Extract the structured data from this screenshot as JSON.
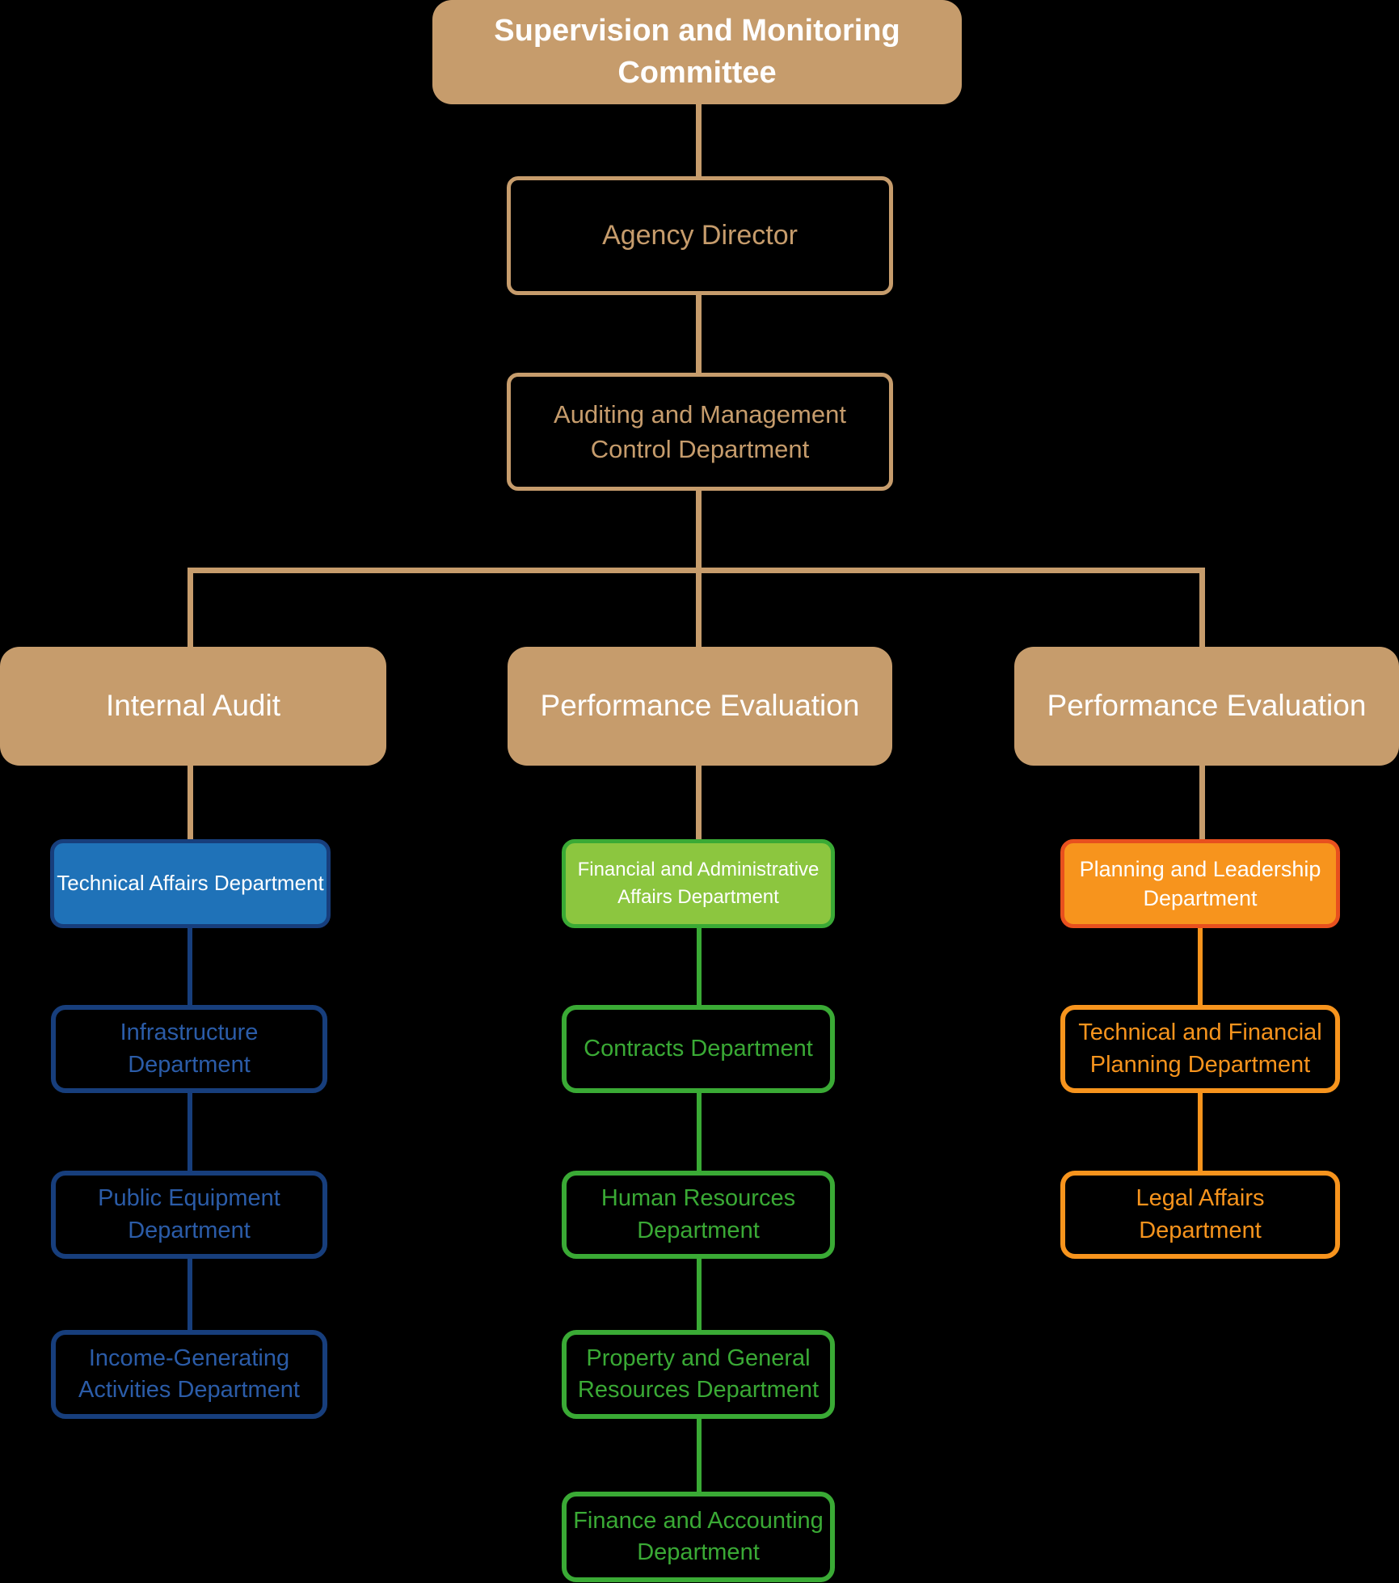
{
  "background": "#000000",
  "colors": {
    "tan": "#C69C6C",
    "white_text": "#FFFFFF",
    "blue_fill": "#1F72B8",
    "blue_border": "#173E7C",
    "blue_text": "#2B5CA8",
    "green_fill": "#8CC63F",
    "green": "#3AAA35",
    "orange": "#F7941D",
    "orange_red_border": "#E8501E"
  },
  "org": {
    "committee": {
      "lines": [
        "Supervision and Monitoring",
        "Committee"
      ]
    },
    "agency_director": {
      "lines": [
        "Agency Director"
      ]
    },
    "auditing_management": {
      "lines": [
        "Auditing and Management",
        "Control Department"
      ]
    },
    "branch_internal_audit": {
      "lines": [
        "Internal Audit"
      ]
    },
    "branch_performance_evaluation_center": {
      "lines": [
        "Performance Evaluation"
      ]
    },
    "branch_performance_evaluation_right": {
      "lines": [
        "Performance Evaluation"
      ]
    },
    "blue_column": {
      "head": {
        "lines": [
          "Technical Affairs Department"
        ]
      },
      "items": [
        {
          "lines": [
            "Infrastructure",
            "Department"
          ]
        },
        {
          "lines": [
            "Public Equipment",
            "Department"
          ]
        },
        {
          "lines": [
            "Income-Generating",
            "Activities Department"
          ]
        }
      ]
    },
    "green_column": {
      "head": {
        "lines": [
          "Financial and Administrative",
          "Affairs Department"
        ]
      },
      "items": [
        {
          "lines": [
            "Contracts Department"
          ]
        },
        {
          "lines": [
            "Human Resources",
            "Department"
          ]
        },
        {
          "lines": [
            "Property and General",
            "Resources Department"
          ]
        },
        {
          "lines": [
            "Finance and Accounting",
            "Department"
          ]
        }
      ]
    },
    "orange_column": {
      "head": {
        "lines": [
          "Planning and Leadership",
          "Department"
        ]
      },
      "items": [
        {
          "lines": [
            "Technical and Financial",
            "Planning Department"
          ]
        },
        {
          "lines": [
            "Legal Affairs",
            "Department"
          ]
        }
      ]
    }
  }
}
